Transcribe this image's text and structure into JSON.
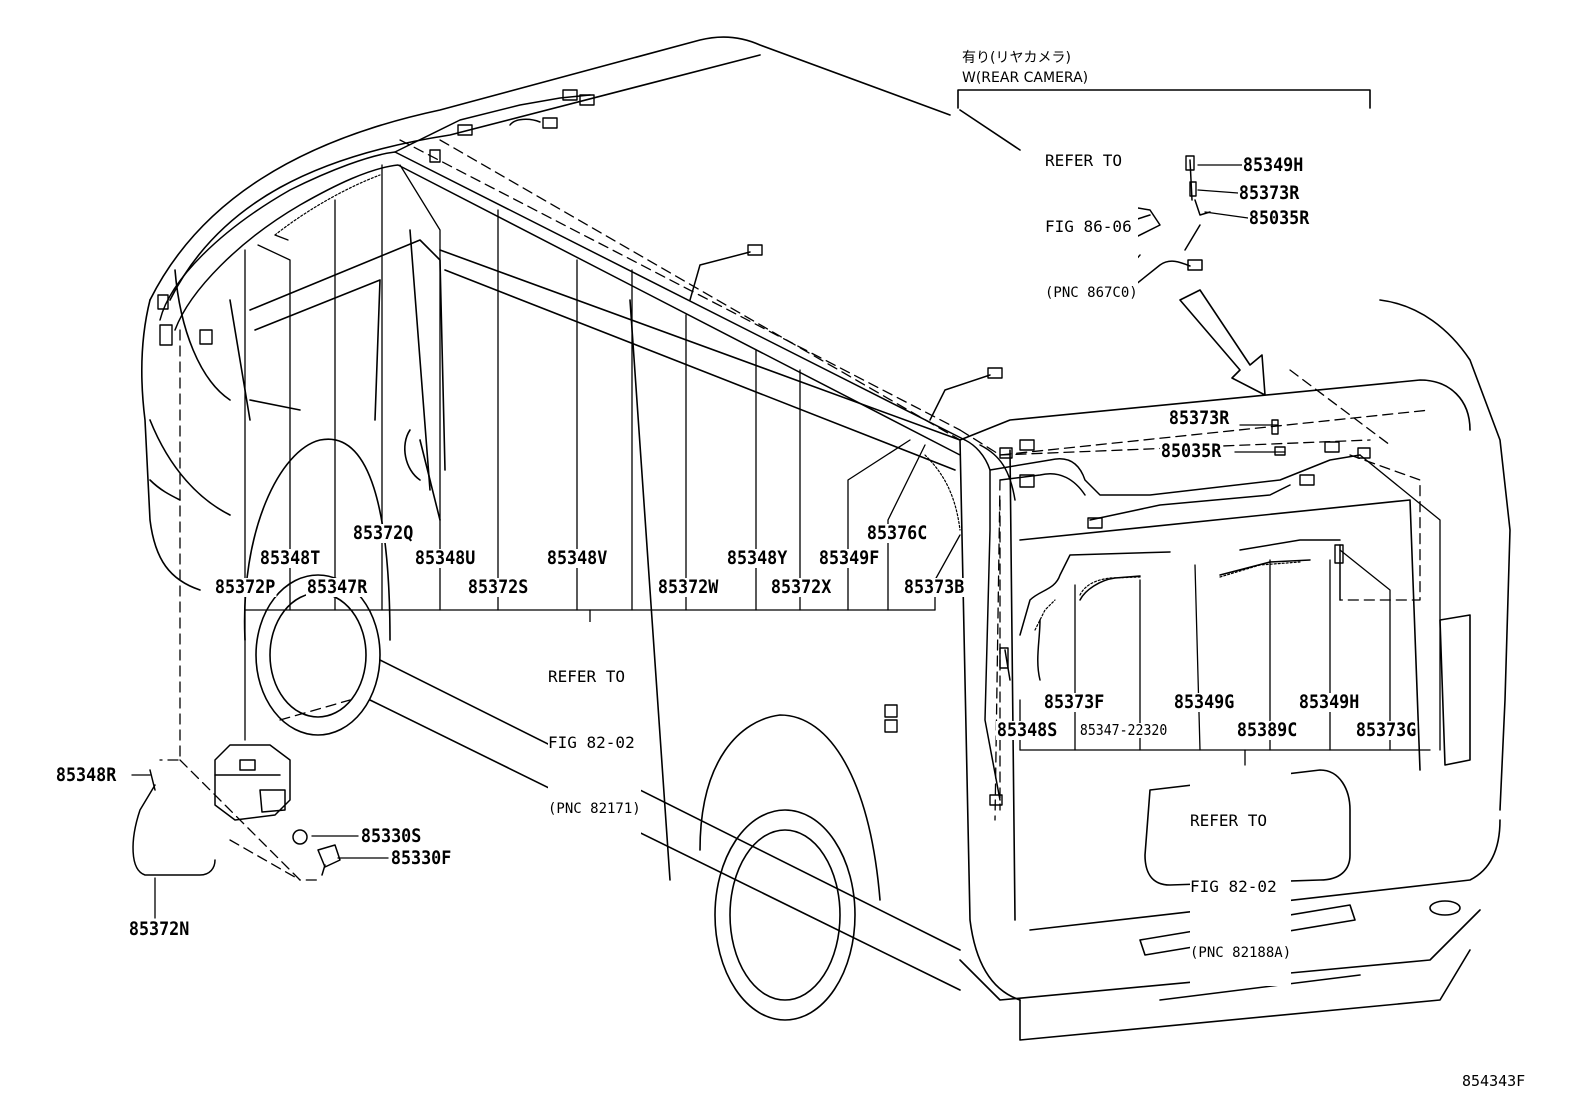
{
  "variant": {
    "jp": "有り(リヤカメラ)",
    "en": "W(REAR CAMERA)"
  },
  "refs": {
    "camera": {
      "line1": "REFER TO",
      "line2": "FIG 86-06",
      "pnc": "(PNC 867C0)"
    },
    "side": {
      "line1": "REFER TO",
      "line2": "FIG 82-02",
      "pnc": "(PNC 82171)"
    },
    "rear": {
      "line1": "REFER TO",
      "line2": "FIG 82-02",
      "pnc": "(PNC 82188A)"
    }
  },
  "parts": {
    "p85349H_top": "85349H",
    "p85373R_top": "85373R",
    "p85035R_top": "85035R",
    "p85373R": "85373R",
    "p85035R": "85035R",
    "p85372Q": "85372Q",
    "p85348T": "85348T",
    "p85348U": "85348U",
    "p85348V": "85348V",
    "p85348Y": "85348Y",
    "p85349F": "85349F",
    "p85376C": "85376C",
    "p85372P": "85372P",
    "p85347R": "85347R",
    "p85372S": "85372S",
    "p85372W": "85372W",
    "p85372X": "85372X",
    "p85373B": "85373B",
    "p85373F": "85373F",
    "p85349G": "85349G",
    "p85349H": "85349H",
    "p85348S": "85348S",
    "p85347_22320": "85347-22320",
    "p85389C": "85389C",
    "p85373G": "85373G",
    "p85348R": "85348R",
    "p85330S": "85330S",
    "p85330F": "85330F",
    "p85372N": "85372N"
  },
  "figure_id": "854343F"
}
